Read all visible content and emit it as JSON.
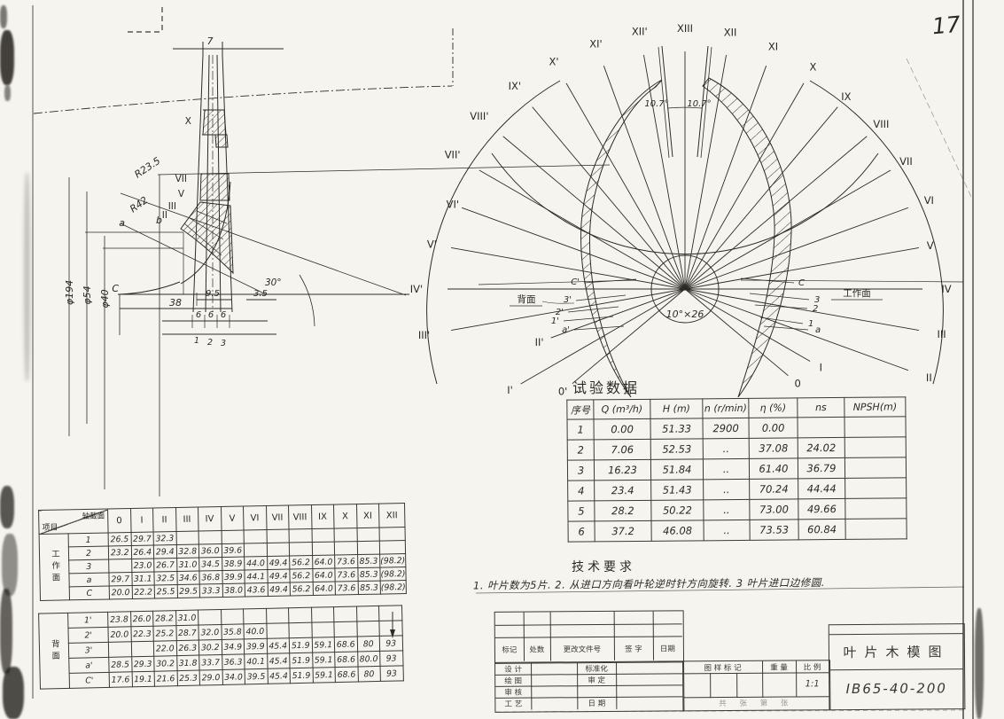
{
  "page": {
    "sheet_no": "17"
  },
  "section_view": {
    "dims": {
      "top_width": "7",
      "radius1": "R23.5",
      "radius2": "R42",
      "dia1": "φ194",
      "dia2": "φ54",
      "dia3": "φ40",
      "length": "38",
      "gap1": "9.5",
      "gap2": "3.5",
      "angle": "30°",
      "spacing": [
        "6",
        "6",
        "6"
      ],
      "indices": [
        "1",
        "2",
        "3"
      ]
    },
    "section_labels": [
      "X",
      "VII",
      "V",
      "III",
      "II"
    ],
    "stream_labels": [
      "b",
      "a",
      "C"
    ]
  },
  "fan": {
    "ray_labels": [
      "0",
      "I",
      "II",
      "III",
      "IV",
      "V",
      "VI",
      "VII",
      "VIII",
      "IX",
      "X",
      "XI",
      "XII",
      "XIII",
      "XII'",
      "XI'",
      "X'",
      "IX'",
      "VIII'",
      "VII'",
      "VI'",
      "V'",
      "IV'",
      "III'",
      "II'",
      "I'",
      "0'"
    ],
    "angle_left": "10.7°",
    "angle_right": "10.7°",
    "center_note": "10°×26",
    "right_streams": [
      "C",
      "3",
      "2",
      "1",
      "a"
    ],
    "left_streams": [
      "C'",
      "3'",
      "2'",
      "1'",
      "a'"
    ],
    "face_right": "工作面",
    "face_left": "背面"
  },
  "test_table": {
    "title": "试验数据",
    "headers": [
      "序号",
      "Q (m³/h)",
      "H (m)",
      "n (r/min)",
      "η (%)",
      "ns",
      "NPSH(m)"
    ],
    "rows": [
      [
        "1",
        "0.00",
        "51.33",
        "2900",
        "0.00",
        "",
        ""
      ],
      [
        "2",
        "7.06",
        "52.53",
        "..",
        "37.08",
        "24.02",
        ""
      ],
      [
        "3",
        "16.23",
        "51.84",
        "..",
        "61.40",
        "36.79",
        ""
      ],
      [
        "4",
        "23.4",
        "51.43",
        "..",
        "70.24",
        "44.44",
        ""
      ],
      [
        "5",
        "28.2",
        "50.22",
        "..",
        "73.00",
        "49.66",
        ""
      ],
      [
        "6",
        "37.2",
        "46.08",
        "..",
        "73.53",
        "60.84",
        ""
      ]
    ]
  },
  "coord_table": {
    "corner_top": "轴截面",
    "corner_bottom": "项目",
    "columns": [
      "0",
      "I",
      "II",
      "III",
      "IV",
      "V",
      "VI",
      "VII",
      "VIII",
      "IX",
      "X",
      "XI",
      "XII"
    ],
    "group1": {
      "label": "工作面",
      "rows": [
        {
          "name": "1",
          "values": [
            "26.5",
            "29.7",
            "32.3",
            "",
            "",
            "",
            "",
            "",
            "",
            "",
            "",
            "",
            ""
          ]
        },
        {
          "name": "2",
          "values": [
            "23.2",
            "26.4",
            "29.4",
            "32.8",
            "36.0",
            "39.6",
            "",
            "",
            "",
            "",
            "",
            "",
            ""
          ]
        },
        {
          "name": "3",
          "values": [
            "",
            "23.0",
            "26.7",
            "31.0",
            "34.5",
            "38.9",
            "44.0",
            "49.4",
            "56.2",
            "64.0",
            "73.6",
            "85.3",
            "(98.2)"
          ]
        },
        {
          "name": "a",
          "values": [
            "29.7",
            "31.1",
            "32.5",
            "34.6",
            "36.8",
            "39.9",
            "44.1",
            "49.4",
            "56.2",
            "64.0",
            "73.6",
            "85.3",
            "(98.2)"
          ]
        },
        {
          "name": "C",
          "values": [
            "20.0",
            "22.2",
            "25.5",
            "29.5",
            "33.3",
            "38.0",
            "43.6",
            "49.4",
            "56.2",
            "64.0",
            "73.6",
            "85.3",
            "(98.2)"
          ]
        }
      ]
    },
    "group2": {
      "label": "背面",
      "rows": [
        {
          "name": "1'",
          "values": [
            "23.8",
            "26.0",
            "28.2",
            "31.0",
            "",
            "",
            "",
            "",
            "",
            "",
            "",
            "",
            ""
          ]
        },
        {
          "name": "2'",
          "values": [
            "20.0",
            "22.3",
            "25.2",
            "28.7",
            "32.0",
            "35.8",
            "40.0",
            "",
            "",
            "",
            "",
            "",
            ""
          ]
        },
        {
          "name": "3'",
          "values": [
            "",
            "",
            "22.0",
            "26.3",
            "30.2",
            "34.9",
            "39.9",
            "45.4",
            "51.9",
            "59.1",
            "68.6",
            "80",
            "93"
          ]
        },
        {
          "name": "a'",
          "values": [
            "28.5",
            "29.3",
            "30.2",
            "31.8",
            "33.7",
            "36.3",
            "40.1",
            "45.4",
            "51.9",
            "59.1",
            "68.6",
            "80.0",
            "93"
          ]
        },
        {
          "name": "C'",
          "values": [
            "17.6",
            "19.1",
            "21.6",
            "25.3",
            "29.0",
            "34.0",
            "39.5",
            "45.4",
            "51.9",
            "59.1",
            "68.6",
            "80",
            "93"
          ]
        }
      ]
    }
  },
  "tech_req": {
    "title": "技术要求",
    "line": "1. 叶片数为5片. 2. 从进口方向看叶轮逆时针方向旋转. 3 叶片进口边修圆."
  },
  "title_block": {
    "revision_headers": [
      "标记",
      "处数",
      "更改文件号",
      "签 字",
      "日期"
    ],
    "left_rows": [
      [
        "设 计",
        "标准化"
      ],
      [
        "绘 图",
        "审 定"
      ],
      [
        "审 核",
        ""
      ],
      [
        "工 艺",
        "日 期"
      ]
    ],
    "stamp_headers": [
      "图 样 标 记",
      "重 量",
      "比 例"
    ],
    "scale": "1:1",
    "sheet_note": "共  张  第  张",
    "title": "叶片木模图",
    "drawing_no": "IB65-40-200"
  }
}
